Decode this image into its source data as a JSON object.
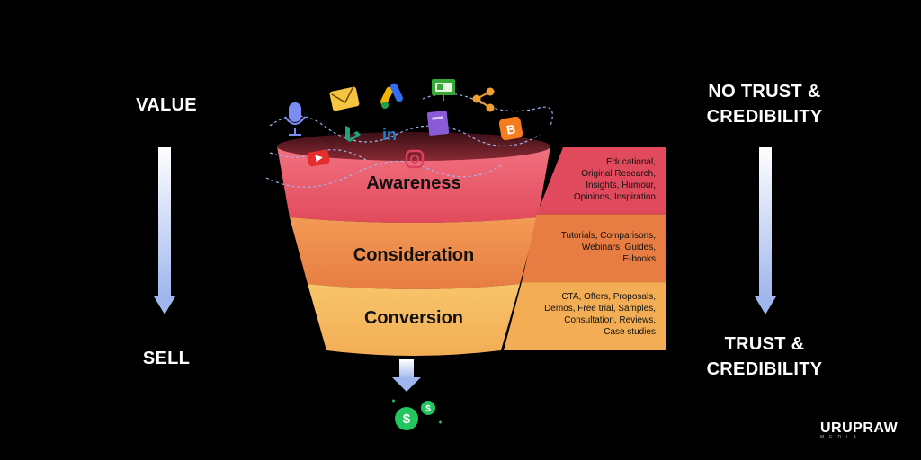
{
  "left_axis": {
    "top": "VALUE",
    "bottom": "SELL"
  },
  "right_axis": {
    "top_lines": [
      "NO TRUST &",
      "CREDIBILITY"
    ],
    "bottom_lines": [
      "TRUST &",
      "CREDIBILITY"
    ]
  },
  "stages": [
    {
      "name": "Awareness",
      "color": "#ee5a6a",
      "content_lines": [
        "Educational,",
        "Original Research,",
        "Insights, Humour,",
        "Opinions, Inspiration"
      ]
    },
    {
      "name": "Consideration",
      "color": "#f08a4a",
      "content_lines": [
        "Tutorials, Comparisons,",
        "Webinars, Guides,",
        "E-books"
      ]
    },
    {
      "name": "Conversion",
      "color": "#f5b95c",
      "content_lines": [
        "CTA, Offers, Proposals,",
        "Demos, Free trial, Samples,",
        "Consultation, Reviews,",
        "Case studies"
      ]
    }
  ],
  "icons": [
    "microphone-icon",
    "mail-icon",
    "bing-icon",
    "linkedin-icon",
    "google-ads-icon",
    "presentation-icon",
    "book-icon",
    "share-icon",
    "blogger-icon",
    "youtube-icon",
    "instagram-icon",
    "dollar-coin-icon"
  ],
  "currency_symbol": "$",
  "brand": {
    "mark": "URUPRAW",
    "sub": "MEDIA"
  },
  "colors": {
    "arrow": "#c5d4f5",
    "coin": "#22c55e",
    "background": "#000000"
  }
}
